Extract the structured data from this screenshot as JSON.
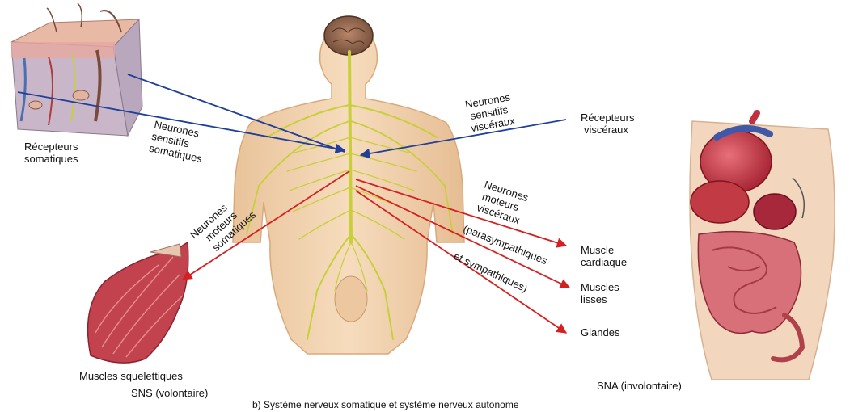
{
  "labels": {
    "recepteurs_somatiques": [
      "Récepteurs",
      "somatiques"
    ],
    "neurones_sensitifs_somatiques": [
      "Neurones",
      "sensitifs",
      "somatiques"
    ],
    "neurones_sensitifs_visceraux": [
      "Neurones",
      "sensitifs",
      "viscéraux"
    ],
    "recepteurs_visceraux": [
      "Récepteurs",
      "viscéraux"
    ],
    "neurones_moteurs_somatiques": [
      "Neurones",
      "moteurs",
      "somatiques"
    ],
    "neurones_moteurs_visceraux": [
      "Neurones",
      "moteurs",
      "viscéraux"
    ],
    "parasympathiques": "(parasympathiques",
    "et_sympathiques": "et sympathiques)",
    "muscle_cardiaque": [
      "Muscle",
      "cardiaque"
    ],
    "muscles_lisses": [
      "Muscles",
      "lisses"
    ],
    "glandes": "Glandes",
    "muscles_squelettiques": "Muscles squelettiques",
    "sns": "SNS (volontaire)",
    "sna": "SNA (involontaire)",
    "caption": "b) Système nerveux somatique et système nerveux autonome"
  },
  "colors": {
    "sensory_arrow": "#1f3f9a",
    "motor_arrow": "#d42020",
    "skin": "#f3d4b0",
    "nerve": "#c8cf3a",
    "muscle": "#c2434d",
    "organ": "#c0303e"
  },
  "icons": {
    "skin_block": "skin-receptor-block",
    "brain": "brain",
    "shoulder_muscle": "skeletal-muscle",
    "torso_organs": "visceral-organs"
  }
}
